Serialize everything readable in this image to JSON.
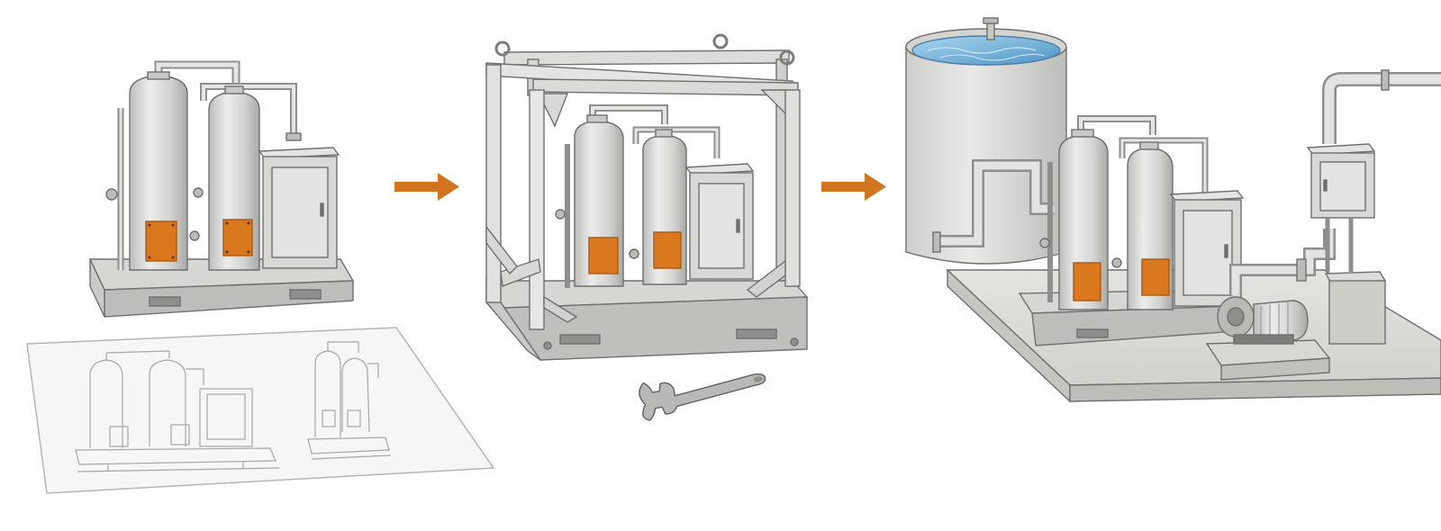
{
  "stages": [
    {
      "id": "stage-design",
      "caption": ""
    },
    {
      "id": "stage-skid-frame",
      "caption": ""
    },
    {
      "id": "stage-site-install",
      "caption": ""
    }
  ],
  "colors": {
    "steel_light": "#e2e2e0",
    "steel_mid": "#c9c9c6",
    "steel_dark": "#9e9e9b",
    "outline": "#6f6f6d",
    "nameplate": "#d9781e",
    "arrow": "#d07420",
    "water_light": "#8fc6e6",
    "water_dark": "#4f95c6",
    "concrete": "#dcdbd7",
    "paper": "#f7f7f5",
    "blueprint_line": "#a9a9a7"
  },
  "icons": [
    "flow-arrow-icon",
    "wrench-icon",
    "pump-motor-icon"
  ]
}
